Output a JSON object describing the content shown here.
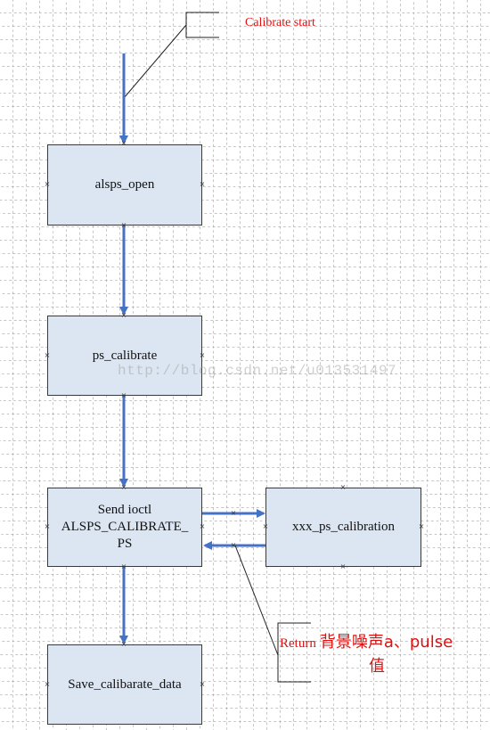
{
  "nodes": {
    "alsps_open": "alsps_open",
    "ps_calibrate": "ps_calibrate",
    "send_ioctl_line1": "Send ioctl",
    "send_ioctl_line2": "ALSPS_CALIBRATE_",
    "send_ioctl_line3": "PS",
    "xxx_ps_calibration": "xxx_ps_calibration",
    "save_calibarate_data": "Save_calibarate_data"
  },
  "annotations": {
    "calibrate_start": "Calibrate start",
    "return_prefix": "Return",
    "return_cn": "背景噪声a、pulse",
    "return_cn_line2": "值"
  },
  "watermark": "http://blog.csdn.net/u013531497",
  "colors": {
    "box_fill": "#dce6f2",
    "arrow": "#4472c4",
    "annotation_text": "#e01010"
  }
}
